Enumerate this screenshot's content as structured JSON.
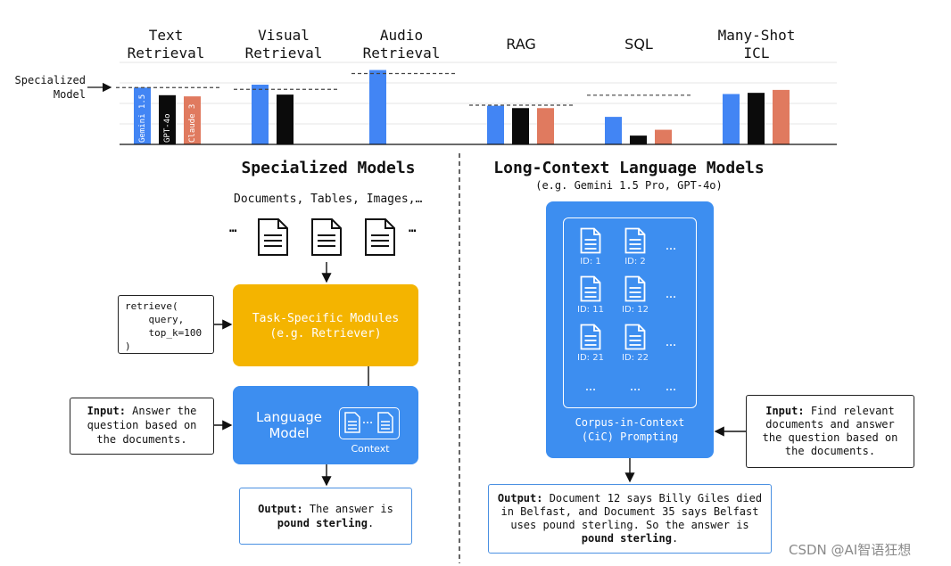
{
  "benchmarks": {
    "specialized_label": "Specialized\nModel",
    "columns": [
      {
        "label": "Text\nRetrieval"
      },
      {
        "label": "Visual\nRetrieval"
      },
      {
        "label": "Audio\nRetrieval"
      },
      {
        "label": "RAG"
      },
      {
        "label": "SQL"
      },
      {
        "label": "Many-Shot\nICL"
      }
    ],
    "model_labels": [
      "Gemini 1.5",
      "GPT-4o",
      "Claude 3"
    ],
    "colors": {
      "gemini": "#4285f4",
      "gpt": "#0b0b0b",
      "claude": "#e07a5f",
      "dashed": "#444444"
    }
  },
  "chart_data": {
    "type": "bar",
    "categories": [
      "Text Retrieval",
      "Visual Retrieval",
      "Audio Retrieval",
      "RAG",
      "SQL",
      "Many-Shot ICL"
    ],
    "series": [
      {
        "name": "Gemini 1.5",
        "values": [
          0.97,
          1.02,
          1.27,
          0.66,
          0.47,
          0.86
        ]
      },
      {
        "name": "GPT-4o",
        "values": [
          0.84,
          0.85,
          null,
          0.62,
          0.15,
          0.88
        ]
      },
      {
        "name": "Claude 3",
        "values": [
          0.82,
          null,
          null,
          0.62,
          0.25,
          0.93
        ]
      }
    ],
    "specialized_model": [
      0.97,
      0.94,
      1.21,
      0.67,
      0.84,
      null
    ],
    "ylim": [
      0,
      1.4
    ],
    "grid": true
  },
  "left": {
    "title": "Specialized Models",
    "docs_label": "Documents, Tables, Images,…",
    "ellipsis": "…",
    "retrieve_code": "retrieve(\n    query,\n    top_k=100\n)",
    "module_label": "Task-Specific Modules\n(e.g. Retriever)",
    "lm_label": "Language\nModel",
    "context_label": "Context",
    "ctx_dots": "…",
    "input_bold": "Input:",
    "input_text": " Answer the question based on the documents.",
    "output_bold": "Output:",
    "output_text": " The answer is ",
    "output_answer": "pound sterling",
    "output_end": "."
  },
  "right": {
    "title": "Long-Context Language Models",
    "subtitle": "(e.g. Gemini 1.5 Pro, GPT-4o)",
    "doc_ids": [
      "ID: 1",
      "ID: 2",
      "ID: 11",
      "ID: 12",
      "ID: 21",
      "ID: 22"
    ],
    "ellipsis": "…",
    "cic_label": "Corpus-in-Context\n(CiC) Prompting",
    "input_bold": "Input:",
    "input_text": " Find relevant documents and answer the question based on the documents.",
    "output_bold": "Output:",
    "output_text": " Document 12 says Billy Giles died in Belfast, and Document 35 says Belfast uses pound sterling. So the answer is ",
    "output_answer": "pound sterling",
    "output_end": "."
  },
  "watermark": "CSDN @AI智语狂想"
}
